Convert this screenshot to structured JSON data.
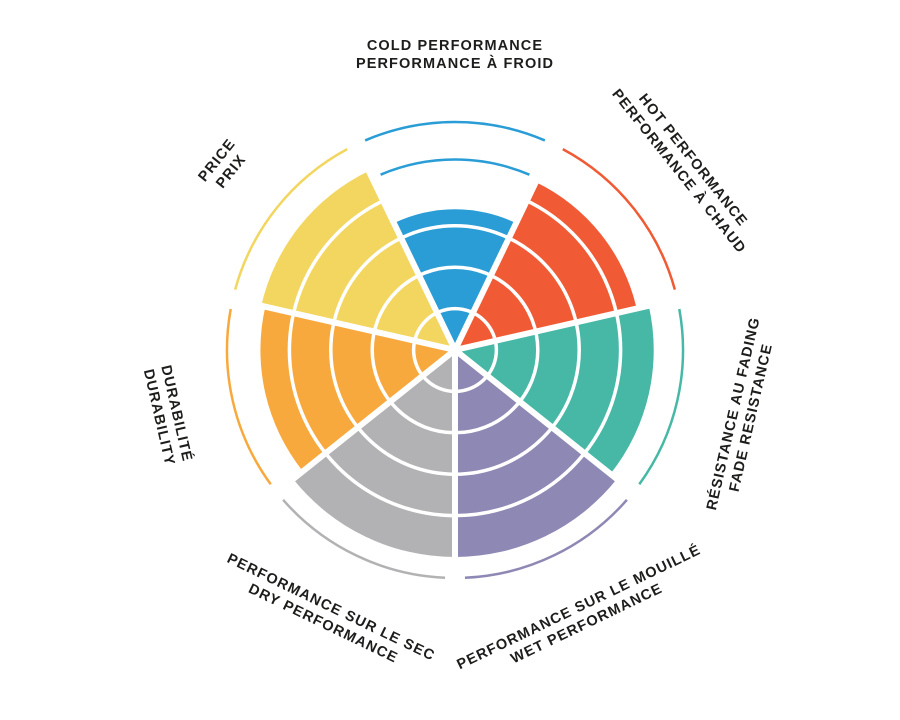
{
  "page": {
    "background": "#ffffff"
  },
  "chart_data": {
    "type": "pie",
    "variant": "polar-area-rating-wheel (coxcomb: each sector filled to its score, white concentric ring gridlines, colored outer guide arcs, bilingual tangential labels)",
    "title": "",
    "scale": {
      "min": 0,
      "max": 5,
      "rings": 5,
      "grid": "concentric-rings"
    },
    "layout_hints": {
      "start_angle": "top",
      "direction": "clockwise",
      "legend_position": "labels-around-circle",
      "gridlines": "white arcs inside wedges",
      "outer_guide_arcs": true
    },
    "gridline_color": "#ffffff",
    "label_color": "#1d1d1b",
    "categories": [
      {
        "id": "cold-performance",
        "label_en": "COLD PERFORMANCE",
        "label_fr": "PERFORMANCE À FROID",
        "value": 3.4,
        "color": "#2b9dd6"
      },
      {
        "id": "hot-performance",
        "label_en": "HOT PERFORMANCE",
        "label_fr": "PERFORMANCE À CHAUD",
        "value": 4.5,
        "color": "#f05b35"
      },
      {
        "id": "fade-resistance",
        "label_en": "FADE RESISTANCE",
        "label_fr": "RÉSISTANCE AU FADING",
        "value": 4.8,
        "color": "#46b8a5"
      },
      {
        "id": "wet-performance",
        "label_en": "WET PERFORMANCE",
        "label_fr": "PERFORMANCE SUR LE MOUILLÉ",
        "value": 5.0,
        "color": "#8e88b4"
      },
      {
        "id": "dry-performance",
        "label_en": "DRY PERFORMANCE",
        "label_fr": "PERFORMANCE SUR LE SEC",
        "value": 5.0,
        "color": "#b2b2b4"
      },
      {
        "id": "durability",
        "label_en": "DURABILITY",
        "label_fr": "DURABILITÉ",
        "value": 4.7,
        "color": "#f8a93e"
      },
      {
        "id": "price",
        "label_en": "PRICE",
        "label_fr": "PRIX",
        "value": 4.8,
        "color": "#f2d65f"
      }
    ],
    "secondary_arc": {
      "category_id": "cold-performance",
      "value": 4.6,
      "color": "#2b9dd6",
      "start_deg": -23,
      "end_deg": 23
    }
  }
}
